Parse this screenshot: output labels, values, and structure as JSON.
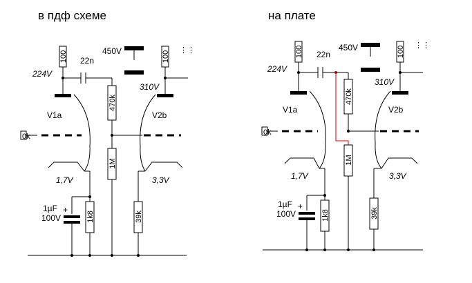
{
  "titles": {
    "left": "в пдф схеме",
    "right": "на плате"
  },
  "components": {
    "r_top_left": "100",
    "r_top_right": "100",
    "coupling_cap": "22n",
    "psu_cap": "450V",
    "r_470k": "470k",
    "r_1m": "1M",
    "r_1k8": "1k8",
    "r_39k": "39k",
    "r_partial": "0k",
    "cap_1uf_value": "1µF",
    "cap_1uf_voltage": "100V",
    "tube_a": "V1a",
    "tube_b": "V2b",
    "v_anode_a": "224V",
    "v_anode_b": "310V",
    "v_cathode_a": "1,7V",
    "v_cathode_b": "3,3V",
    "plus_sign": "+"
  },
  "colors": {
    "wire": "#000000",
    "modified_wire": "#d00000"
  }
}
